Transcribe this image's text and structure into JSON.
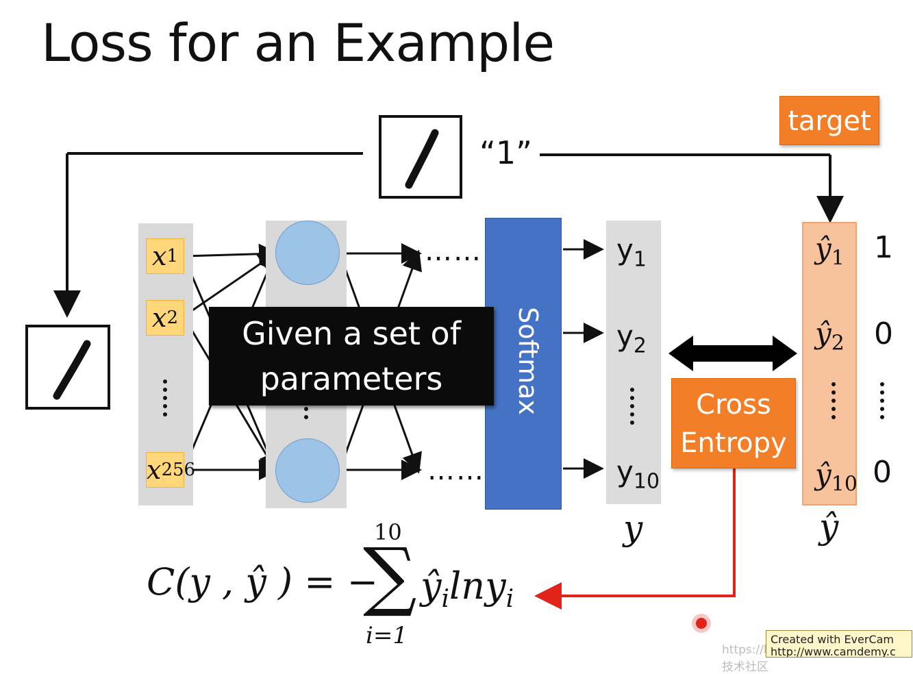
{
  "slide": {
    "title": "Loss for an Example"
  },
  "labels": {
    "target": "target",
    "digit_quote": "“1”",
    "callout_line1": "Given a set of",
    "callout_line2": "parameters",
    "softmax": "Softmax",
    "cross_entropy_line1": "Cross",
    "cross_entropy_line2": "Entropy",
    "dots_top": "……",
    "dots_bottom": "……"
  },
  "inputs": [
    {
      "base": "x",
      "sub": "1"
    },
    {
      "base": "x",
      "sub": "2"
    },
    {
      "base": "x",
      "sub": "256"
    }
  ],
  "outputs": [
    {
      "base": "y",
      "sub": "1"
    },
    {
      "base": "y",
      "sub": "2"
    },
    {
      "base": "y",
      "sub": "10"
    }
  ],
  "targets": [
    {
      "base": "ŷ",
      "sub": "1",
      "value": "1"
    },
    {
      "base": "ŷ",
      "sub": "2",
      "value": "0"
    },
    {
      "base": "ŷ",
      "sub": "10",
      "value": "0"
    }
  ],
  "vector_labels": {
    "y": "y",
    "yhat": "ŷ"
  },
  "formula": {
    "lhs": "C(y , ŷ ) = −",
    "sum_top": "10",
    "sum_bottom": "i=1",
    "sum_symbol": "∑",
    "term": "ŷ",
    "term_sub": "i",
    "ln": "lny",
    "ln_sub": "i"
  },
  "watermark": {
    "line1": "Created with EverCam",
    "line2": "http://www.camdemy.c"
  },
  "blogmark": "https://blog.csdn.net/@稀土掘金技术社区",
  "colors": {
    "orange": "#f27f27",
    "softmax_blue": "#4472c4",
    "neuron_blue": "#9dc3e6",
    "input_yellow": "#ffd67a",
    "target_peach": "#f8c29c",
    "red_arrow": "#e2231a"
  }
}
